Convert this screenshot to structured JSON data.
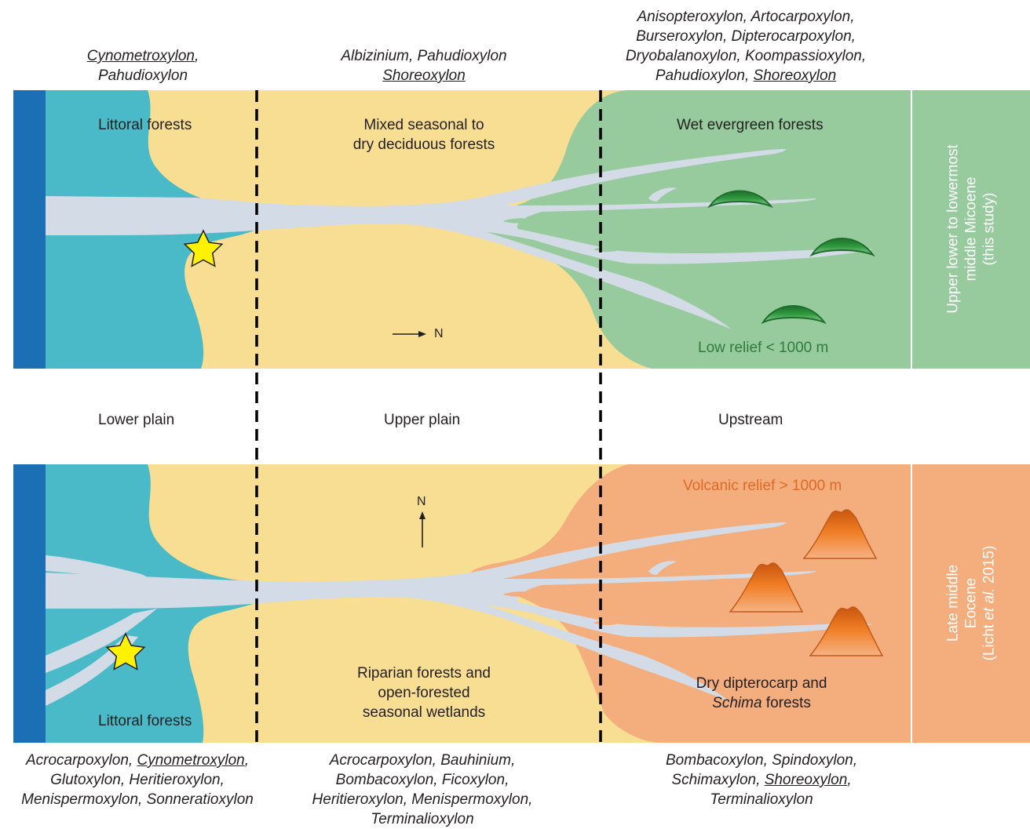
{
  "top": {
    "taxa_left": [
      {
        "t": "Cynometroxylon",
        "u": true
      },
      {
        "t": ",",
        "u": false
      },
      {
        "br": true
      },
      {
        "t": "Pahudioxylon",
        "u": false
      }
    ],
    "taxa_center": [
      {
        "t": "Albizinium, Pahudioxylon",
        "u": false
      },
      {
        "br": true
      },
      {
        "t": "Shoreoxylon",
        "u": true
      }
    ],
    "taxa_right": [
      {
        "t": "Anisopteroxylon, Artocarpoxylon,",
        "u": false
      },
      {
        "br": true
      },
      {
        "t": "Burseroxylon, Dipterocarpoxylon,",
        "u": false
      },
      {
        "br": true
      },
      {
        "t": "Dryobalanoxylon, Koompassioxylon,",
        "u": false
      },
      {
        "br": true
      },
      {
        "t": "Pahudioxylon, ",
        "u": false
      },
      {
        "t": "Shoreoxylon",
        "u": true
      }
    ],
    "littoral": "Littoral forests",
    "mixed_line1": "Mixed seasonal to",
    "mixed_line2": "dry deciduous forests",
    "wet": "Wet evergreen forests",
    "relief": "Low relief < 1000 m",
    "north": "N",
    "period_line1": "Upper lower to lowermost",
    "period_line2": "middle Micoene",
    "period_line3": "(this study)"
  },
  "zones": {
    "lower": "Lower plain",
    "upper": "Upper plain",
    "upstream": "Upstream"
  },
  "bottom": {
    "relief": "Volcanic relief > 1000 m",
    "north": "N",
    "riparian_line1": "Riparian forests and",
    "riparian_line2": "open-forested",
    "riparian_line3": "seasonal wetlands",
    "dry_line1": "Dry dipterocarp and",
    "dry_line2_italic": "Schima",
    "dry_line2_rest": " forests",
    "littoral": "Littoral forests",
    "period_line1": "Late middle",
    "period_line2": "Eocene",
    "period_line3_pre": "(Licht ",
    "period_line3_it": "et al.",
    "period_line3_post": " 2015)",
    "taxa_left": [
      {
        "t": "Acrocarpoxylon, ",
        "u": false
      },
      {
        "t": "Cynometroxylon",
        "u": true
      },
      {
        "t": ",",
        "u": false
      },
      {
        "br": true
      },
      {
        "t": "Glutoxylon, Heritieroxylon,",
        "u": false
      },
      {
        "br": true
      },
      {
        "t": "Menispermoxylon, Sonneratioxylon",
        "u": false
      }
    ],
    "taxa_center": [
      {
        "t": "Acrocarpoxylon, Bauhinium,",
        "u": false
      },
      {
        "br": true
      },
      {
        "t": "Bombacoxylon, Ficoxylon,",
        "u": false
      },
      {
        "br": true
      },
      {
        "t": "Heritieroxylon, Menispermoxylon,",
        "u": false
      },
      {
        "br": true
      },
      {
        "t": "Terminalioxylon",
        "u": false
      }
    ],
    "taxa_right": [
      {
        "t": "Bombacoxylon, Spindoxylon,",
        "u": false
      },
      {
        "br": true
      },
      {
        "t": "Schimaxylon, ",
        "u": false
      },
      {
        "t": "Shoreoxylon",
        "u": true
      },
      {
        "t": ",",
        "u": false
      },
      {
        "br": true
      },
      {
        "t": "Terminalioxylon",
        "u": false
      }
    ]
  },
  "colors": {
    "ocean": "#1b70b5",
    "littoral": "#4bbac8",
    "plain": "#f8de93",
    "wet_forest": "#97cb9e",
    "dry_forest": "#f4ad7d",
    "river": "#d3dbe6",
    "star": "#fff200",
    "relief_green": "#2f8a3e",
    "relief_orange": "#e46d1f"
  }
}
